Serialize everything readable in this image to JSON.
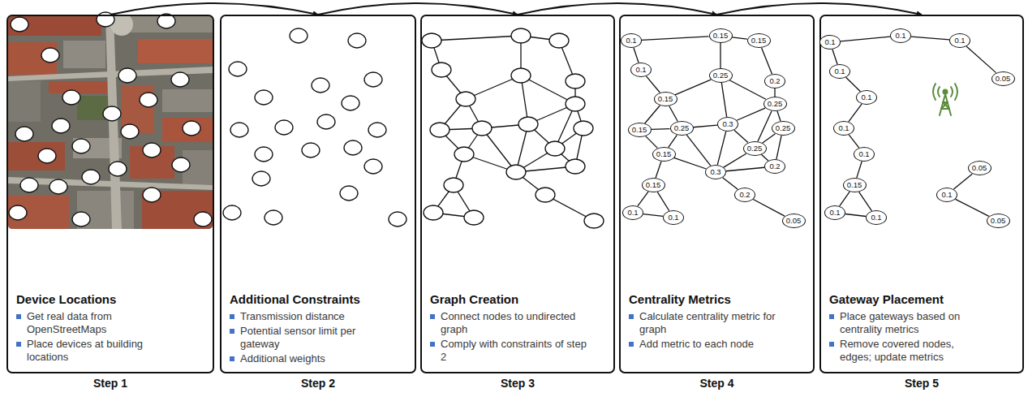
{
  "diagram": {
    "nodes": [
      {
        "text": [
          "Device Locations",
          "Get real data from OpenStreetMaps",
          "Place devices at building locations",
          "Step 1"
        ]
      },
      {
        "text": [
          "Additional Constraints",
          "Transmission distance",
          "Potential sensor limit per gateway",
          "Additional weights",
          "Step 2"
        ]
      },
      {
        "text": [
          "Graph Creation",
          "Connect nodes to undirected graph",
          "Comply with constraints of step 2",
          "Step 3"
        ]
      },
      {
        "text": [
          "Centrality Metrics",
          "Calculate centrality metric for graph",
          "Add metric to each node",
          "Step 4"
        ]
      },
      {
        "text": [
          "Gateway Placement",
          "Place gateways based on centrality metrics",
          "Remove covered nodes, edges; update metrics",
          "Step 5"
        ]
      },
      {
        "text": [
          "0.1"
        ],
        "in": 3
      },
      {
        "text": [
          "0.15"
        ],
        "in": 3
      },
      {
        "text": [
          "0.15"
        ],
        "in": 3
      },
      {
        "text": [
          "0.1"
        ],
        "in": 3
      },
      {
        "text": [
          "0.25"
        ],
        "in": 3
      },
      {
        "text": [
          "0.2"
        ],
        "in": 3
      },
      {
        "text": [
          "0.15"
        ],
        "in": 3
      },
      {
        "text": [
          "0.25"
        ],
        "in": 3
      },
      {
        "text": [
          "0.15"
        ],
        "in": 3
      },
      {
        "text": [
          "0.25"
        ],
        "in": 3
      },
      {
        "text": [
          "0.3"
        ],
        "in": 3
      },
      {
        "text": [
          "0.25"
        ],
        "in": 3
      },
      {
        "text": [
          "0.25"
        ],
        "in": 3
      },
      {
        "text": [
          "0.15"
        ],
        "in": 3
      },
      {
        "text": [
          "0.3"
        ],
        "in": 3
      },
      {
        "text": [
          "0.2"
        ],
        "in": 3
      },
      {
        "text": [
          "0.15"
        ],
        "in": 3
      },
      {
        "text": [
          "0.2"
        ],
        "in": 3
      },
      {
        "text": [
          "0.05"
        ],
        "in": 3
      },
      {
        "text": [
          "0.1"
        ],
        "in": 3
      },
      {
        "text": [
          "0.1"
        ],
        "in": 3
      },
      {
        "text": [
          "0.1"
        ],
        "in": 4
      },
      {
        "text": [
          "0.1"
        ],
        "in": 4
      },
      {
        "text": [
          "0.1"
        ],
        "in": 4
      },
      {
        "text": [
          "0.05"
        ],
        "in": 4
      },
      {
        "text": [
          "0.1"
        ],
        "in": 4
      },
      {
        "text": [
          "0.1"
        ],
        "in": 4
      },
      {
        "text": [
          "0.1"
        ],
        "in": 4
      },
      {
        "text": [
          "0.1"
        ],
        "in": 4
      },
      {
        "text": [
          "0.15"
        ],
        "in": 4
      },
      {
        "text": [
          "0.1"
        ],
        "in": 4
      },
      {
        "text": [
          "0.1"
        ],
        "in": 4
      },
      {
        "text": [
          "0.05"
        ],
        "in": 4
      },
      {
        "text": [
          "0.1"
        ],
        "in": 4
      },
      {
        "text": [
          "0.05"
        ],
        "in": 4
      }
    ],
    "edges": [
      {
        "from": 0,
        "to": 1,
        "arrow": "to"
      },
      {
        "from": 1,
        "to": 2,
        "arrow": "to"
      },
      {
        "from": 2,
        "to": 3,
        "arrow": "to"
      },
      {
        "from": 3,
        "to": 4,
        "arrow": "to"
      },
      {
        "from": 5,
        "to": 6,
        "arrow": "none"
      },
      {
        "from": 6,
        "to": 7,
        "arrow": "none"
      },
      {
        "from": 5,
        "to": 8,
        "arrow": "none"
      },
      {
        "from": 8,
        "to": 11,
        "arrow": "none"
      },
      {
        "from": 6,
        "to": 9,
        "arrow": "none"
      },
      {
        "from": 11,
        "to": 9,
        "arrow": "none"
      },
      {
        "from": 7,
        "to": 10,
        "arrow": "none"
      },
      {
        "from": 9,
        "to": 12,
        "arrow": "none"
      },
      {
        "from": 10,
        "to": 12,
        "arrow": "none"
      },
      {
        "from": 9,
        "to": 15,
        "arrow": "none"
      },
      {
        "from": 11,
        "to": 13,
        "arrow": "none"
      },
      {
        "from": 11,
        "to": 14,
        "arrow": "none"
      },
      {
        "from": 13,
        "to": 14,
        "arrow": "none"
      },
      {
        "from": 14,
        "to": 15,
        "arrow": "none"
      },
      {
        "from": 15,
        "to": 12,
        "arrow": "none"
      },
      {
        "from": 12,
        "to": 16,
        "arrow": "none"
      },
      {
        "from": 15,
        "to": 17,
        "arrow": "none"
      },
      {
        "from": 12,
        "to": 17,
        "arrow": "none"
      },
      {
        "from": 16,
        "to": 17,
        "arrow": "none"
      },
      {
        "from": 16,
        "to": 20,
        "arrow": "none"
      },
      {
        "from": 15,
        "to": 19,
        "arrow": "none"
      },
      {
        "from": 14,
        "to": 19,
        "arrow": "none"
      },
      {
        "from": 14,
        "to": 18,
        "arrow": "none"
      },
      {
        "from": 13,
        "to": 18,
        "arrow": "none"
      },
      {
        "from": 18,
        "to": 19,
        "arrow": "none"
      },
      {
        "from": 18,
        "to": 21,
        "arrow": "none"
      },
      {
        "from": 17,
        "to": 19,
        "arrow": "none"
      },
      {
        "from": 17,
        "to": 20,
        "arrow": "none"
      },
      {
        "from": 19,
        "to": 20,
        "arrow": "none"
      },
      {
        "from": 19,
        "to": 22,
        "arrow": "none"
      },
      {
        "from": 22,
        "to": 23,
        "arrow": "none"
      },
      {
        "from": 21,
        "to": 24,
        "arrow": "none"
      },
      {
        "from": 21,
        "to": 25,
        "arrow": "none"
      },
      {
        "from": 24,
        "to": 25,
        "arrow": "none"
      },
      {
        "from": 26,
        "to": 27,
        "arrow": "none"
      },
      {
        "from": 27,
        "to": 28,
        "arrow": "none"
      },
      {
        "from": 28,
        "to": 29,
        "arrow": "none"
      },
      {
        "from": 26,
        "to": 30,
        "arrow": "none"
      },
      {
        "from": 30,
        "to": 31,
        "arrow": "none"
      },
      {
        "from": 31,
        "to": 32,
        "arrow": "none"
      },
      {
        "from": 32,
        "to": 33,
        "arrow": "none"
      },
      {
        "from": 33,
        "to": 34,
        "arrow": "none"
      },
      {
        "from": 34,
        "to": 35,
        "arrow": "none"
      },
      {
        "from": 34,
        "to": 36,
        "arrow": "none"
      },
      {
        "from": 35,
        "to": 36,
        "arrow": "none"
      },
      {
        "from": 37,
        "to": 38,
        "arrow": "none"
      },
      {
        "from": 38,
        "to": 39,
        "arrow": "none"
      }
    ]
  }
}
